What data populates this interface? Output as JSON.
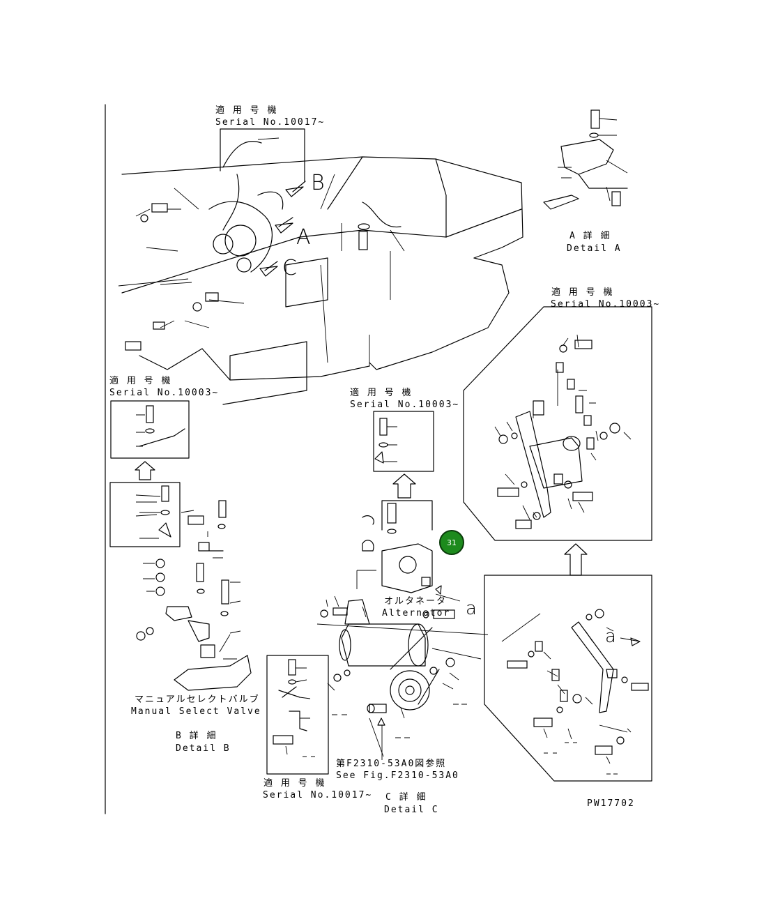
{
  "labels": {
    "serial_top": {
      "jp": "適 用 号 機",
      "en": "Serial No.10017~"
    },
    "serial_left": {
      "jp": "適 用 号 機",
      "en": "Serial No.10003~"
    },
    "serial_mid": {
      "jp": "適 用 号 機",
      "en": "Serial No.10003~"
    },
    "serial_right": {
      "jp": "適 用 号 機",
      "en": "Serial No.10003~"
    },
    "serial_bottom": {
      "jp": "適 用 号 機",
      "en": "Serial No.10017~"
    },
    "detail_a": {
      "jp": "A 詳 細",
      "en": "Detail A"
    },
    "detail_b": {
      "jp": "B 詳 細",
      "en": "Detail B"
    },
    "detail_c": {
      "jp": "C 詳 細",
      "en": "Detail C"
    },
    "alternator": {
      "jp": "オルタネータ",
      "en": "Alternator"
    },
    "manual_valve": {
      "jp": "マニュアルセレクトバルブ",
      "en": "Manual Select Valve"
    },
    "see_fig": {
      "jp": "第F2310-53A0図参照",
      "en": "See Fig.F2310-53A0"
    },
    "figure_id": "PW17702",
    "letter_a": "A",
    "letter_b": "B",
    "letter_c": "C",
    "letter_a_small_1": "a",
    "letter_a_small_2": "a"
  },
  "marker": {
    "number": "31",
    "color": "#1d8a1d"
  }
}
